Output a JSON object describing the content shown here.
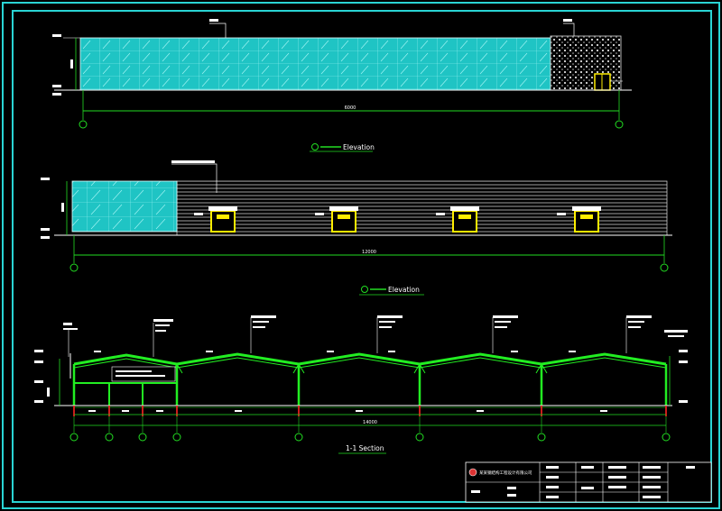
{
  "colors": {
    "background": "#000000",
    "frame": "#2ad4d4",
    "glass": "#1fc4c4",
    "dimension": "#22dd22",
    "structure": "#22ee22",
    "column_base": "#ff2222",
    "door_frame": "#ffee00",
    "siding": "#c8c8c8",
    "text": "#ffffff"
  },
  "drawings": {
    "elevation_1": {
      "title": "Elevation",
      "total_dim": "6000"
    },
    "elevation_2": {
      "title": "Elevation",
      "total_dim": "12000"
    },
    "section": {
      "title": "1-1 Section",
      "total_dim": "14000"
    }
  },
  "title_block": {
    "company": "某某钢结构工程设计有限公司"
  }
}
